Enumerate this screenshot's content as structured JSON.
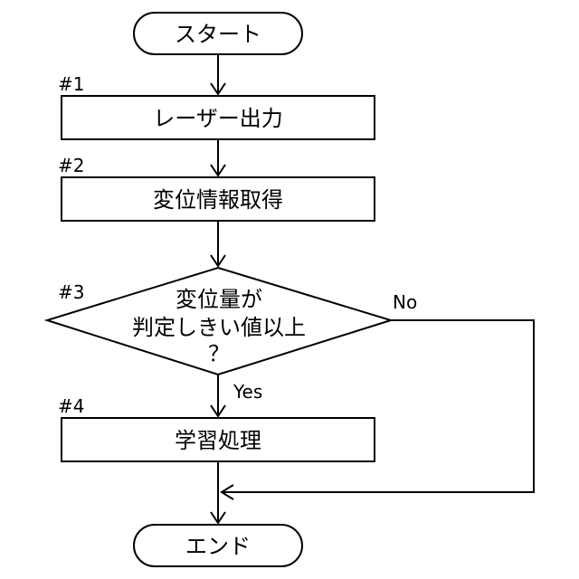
{
  "flowchart": {
    "start_label": "スタート",
    "end_label": "エンド",
    "steps": [
      {
        "id": "#1",
        "label": "レーザー出力"
      },
      {
        "id": "#2",
        "label": "変位情報取得"
      },
      {
        "id": "#3",
        "label_lines": [
          "変位量が",
          "判定しきい値以上",
          "？"
        ]
      },
      {
        "id": "#4",
        "label": "学習処理"
      }
    ],
    "yes_label": "Yes",
    "no_label": "No"
  }
}
